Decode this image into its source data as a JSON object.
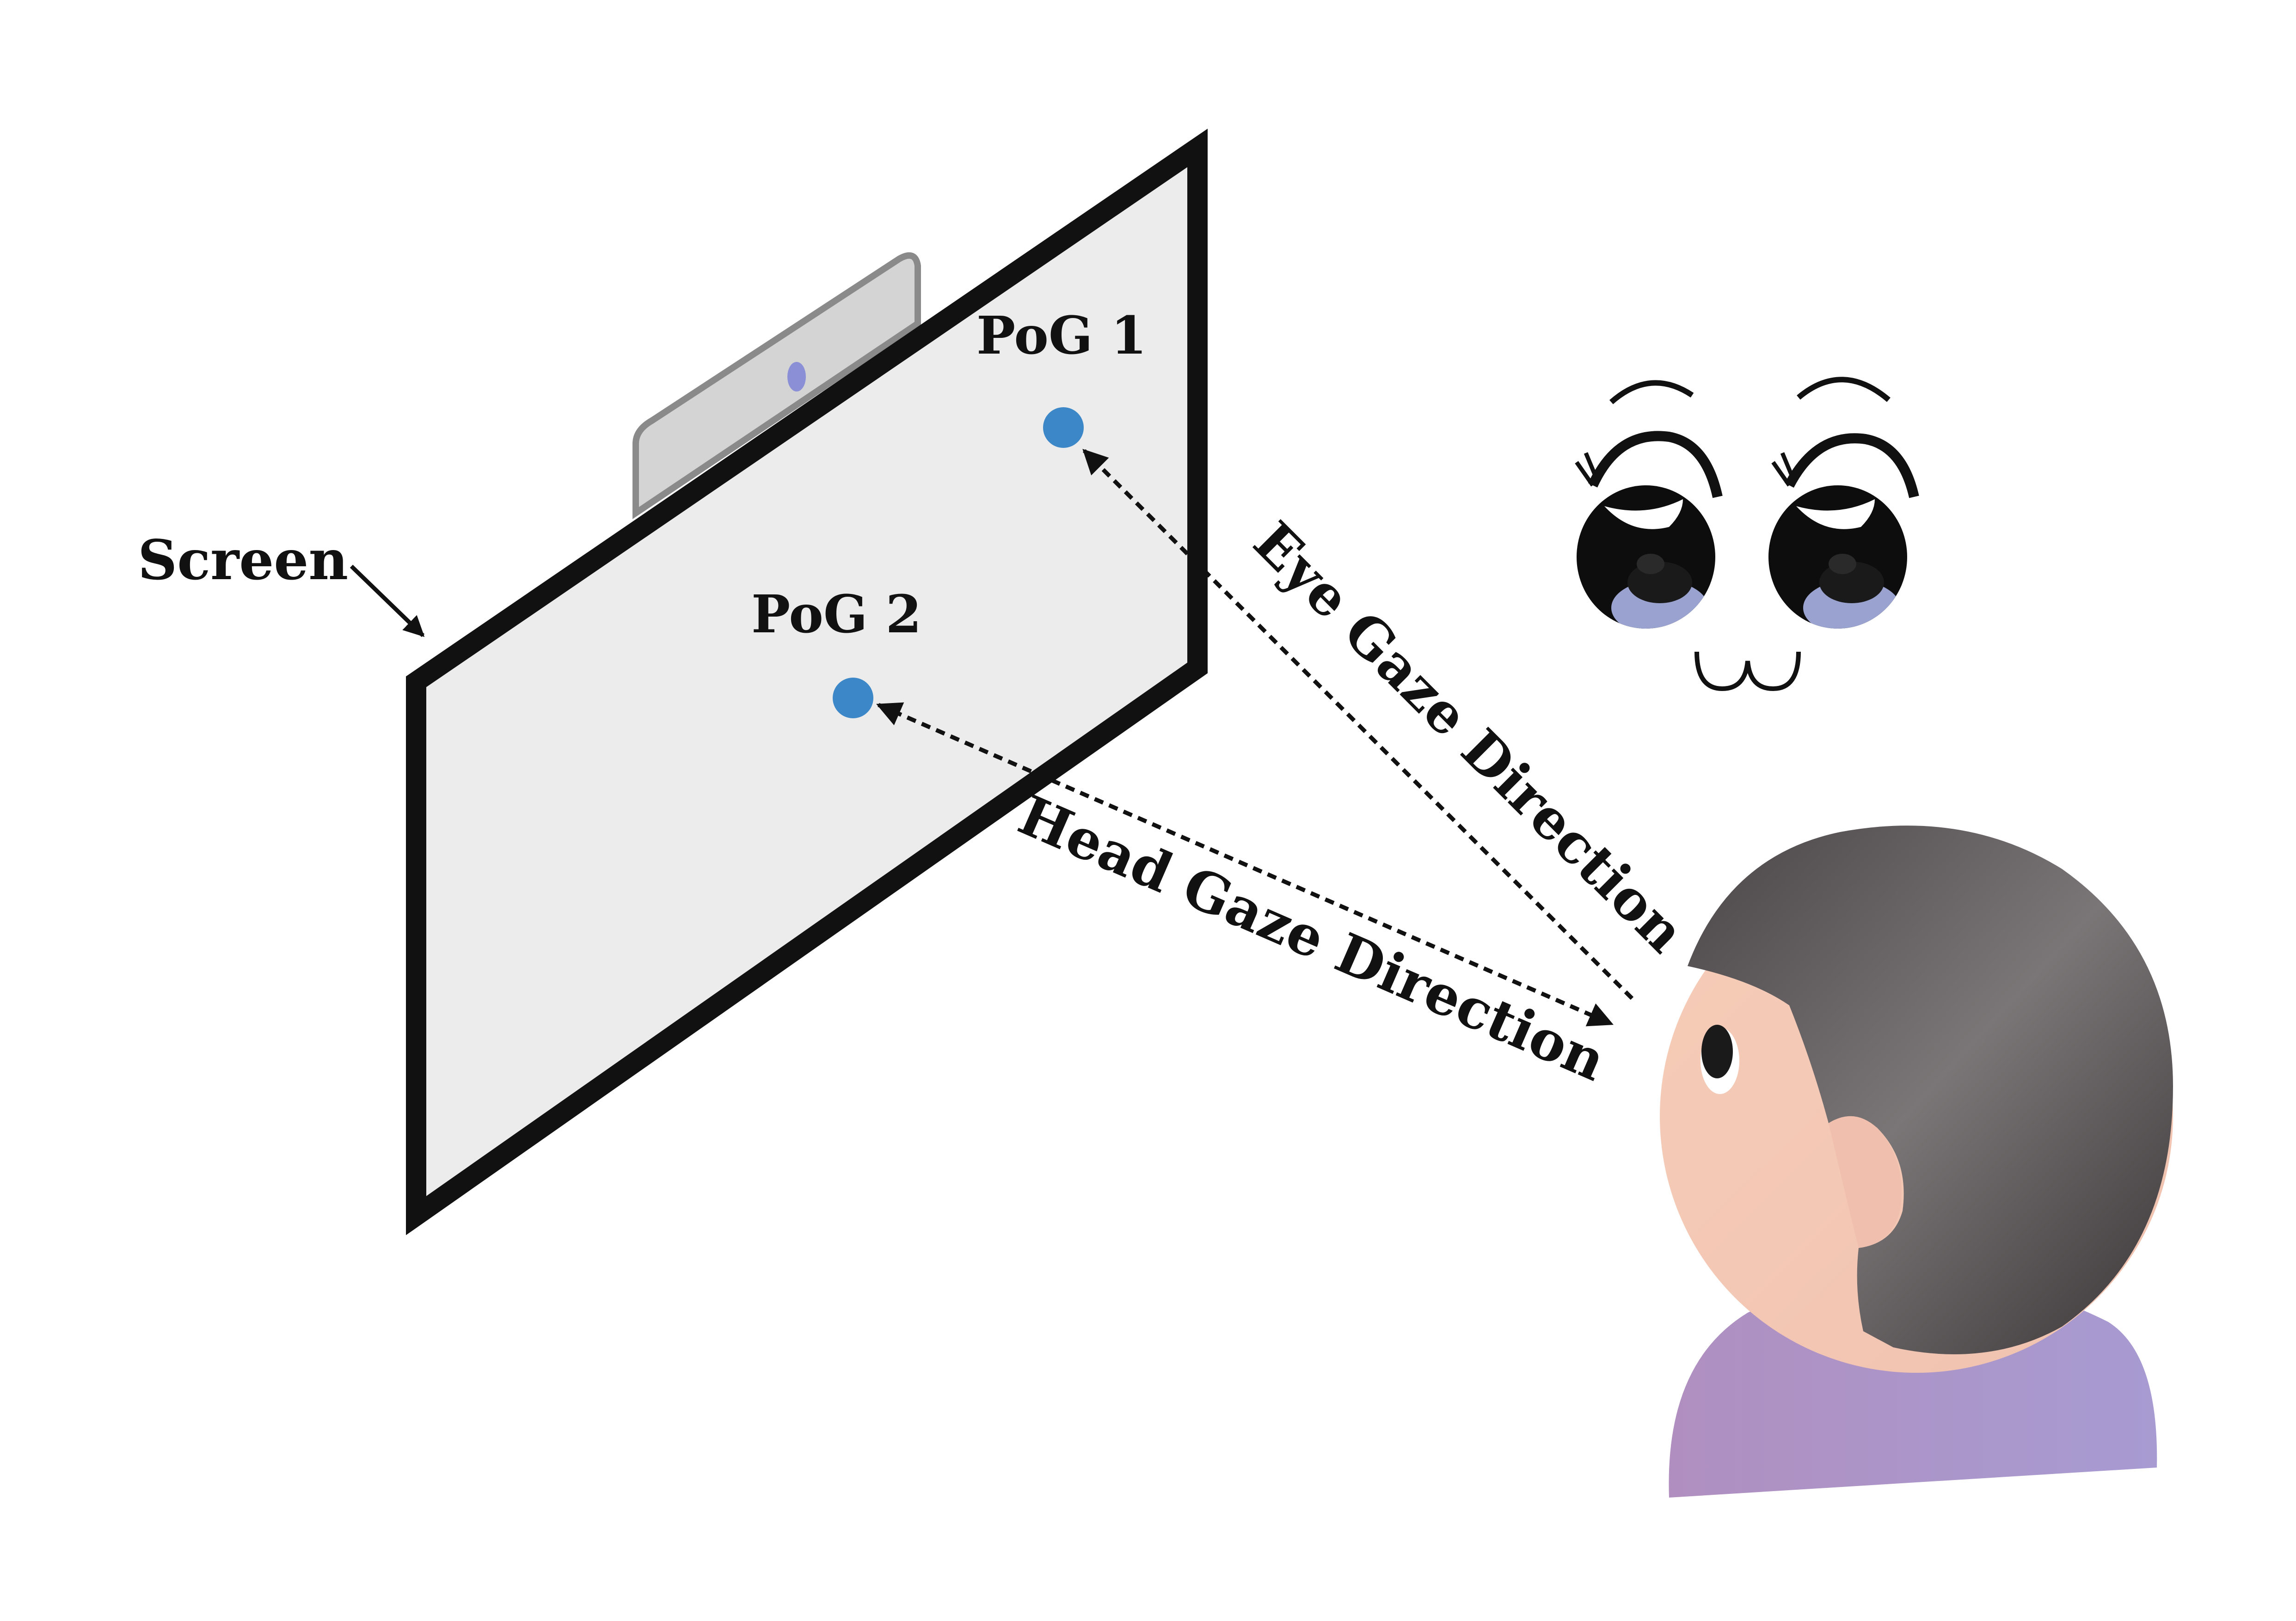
{
  "labels": {
    "screen": "Screen",
    "pog1": "PoG 1",
    "pog2": "PoG 2",
    "eye_gaze": "Eye Gaze Direction",
    "head_gaze": "Head Gaze Direction"
  },
  "colors": {
    "screen_face": "#ececec",
    "screen_frame": "#111111",
    "camera_body": "#d3d3d3",
    "camera_lens": "#8a8fd6",
    "pog_dot": "#3b87c8",
    "hair": "#4b4647",
    "skin": "#f2c9b6",
    "shirt": "#ab96c4",
    "iris": "#9aa2cf"
  }
}
